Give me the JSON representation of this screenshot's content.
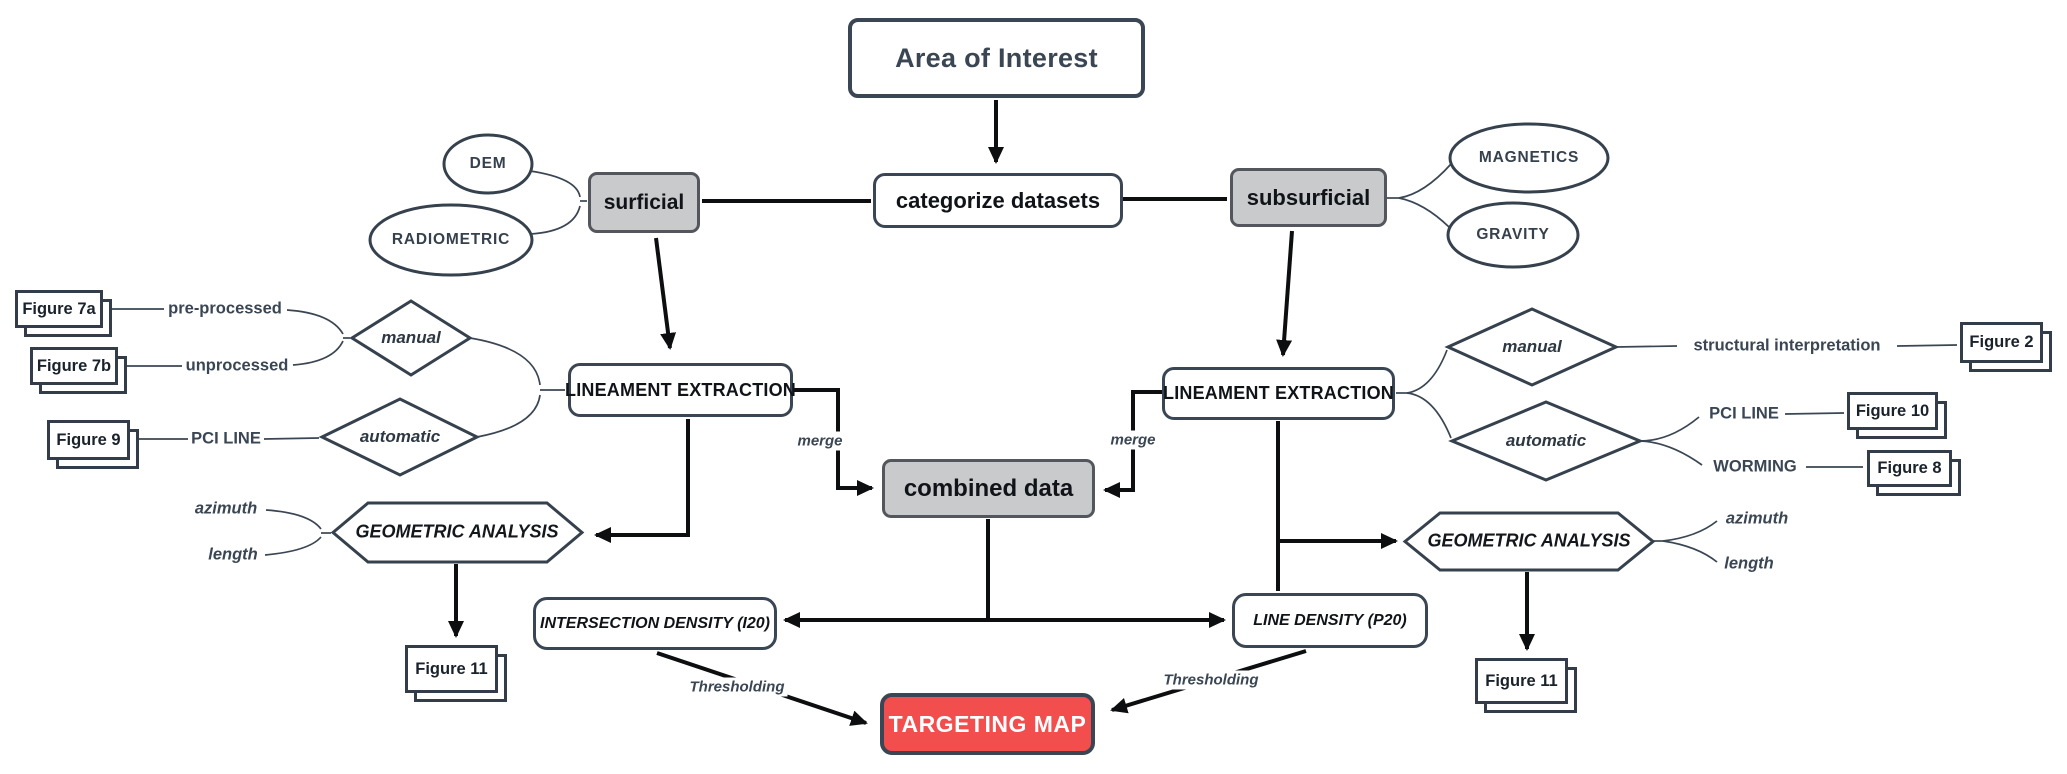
{
  "colors": {
    "ink": "#3a4653",
    "line_black": "#0c0e10",
    "gray_fill": "#c9cacb",
    "red_fill": "#f24e4e",
    "white": "#ffffff"
  },
  "nodes": {
    "area_of_interest": "Area of Interest",
    "categorize_datasets": "categorize datasets",
    "surficial": "surficial",
    "subsurficial": "subsurficial",
    "combined_data": "combined data",
    "lineament_extraction_left": "LINEAMENT EXTRACTION",
    "lineament_extraction_right": "LINEAMENT EXTRACTION",
    "geometric_analysis_left": "GEOMETRIC ANALYSIS",
    "geometric_analysis_right": "GEOMETRIC ANALYSIS",
    "intersection_density": "INTERSECTION DENSITY (I20)",
    "line_density": "LINE DENSITY (P20)",
    "targeting_map": "TARGETING MAP"
  },
  "datasets": {
    "dem": "DEM",
    "radiometric": "RADIOMETRIC",
    "magnetics": "MAGNETICS",
    "gravity": "GRAVITY"
  },
  "methods": {
    "manual_left": "manual",
    "automatic_left": "automatic",
    "manual_right": "manual",
    "automatic_right": "automatic"
  },
  "edge_labels": {
    "merge_left": "merge",
    "merge_right": "merge",
    "thresholding_left": "Thresholding",
    "thresholding_right": "Thresholding"
  },
  "io_labels": {
    "pre_processed": "pre-processed",
    "unprocessed": "unprocessed",
    "pci_line_left": "PCI LINE",
    "structural_interpretation": "structural interpretation",
    "pci_line_right": "PCI LINE",
    "worming": "WORMING",
    "azimuth_left": "azimuth",
    "length_left": "length",
    "azimuth_right": "azimuth",
    "length_right": "length"
  },
  "figures": {
    "figure_7a": "Figure 7a",
    "figure_7b": "Figure 7b",
    "figure_9": "Figure 9",
    "figure_11_left": "Figure 11",
    "figure_2": "Figure 2",
    "figure_10": "Figure 10",
    "figure_8": "Figure 8",
    "figure_11_right": "Figure 11"
  }
}
